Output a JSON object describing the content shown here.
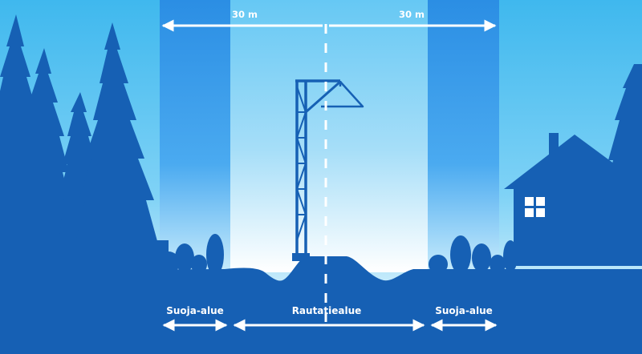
{
  "top_arrows": {
    "left_label": "30 m",
    "right_label": "30 m"
  },
  "zones": {
    "left_protection_label": "Suoja-alue",
    "railway_label": "Rautatiealue",
    "right_protection_label": "Suoja-alue"
  },
  "colors": {
    "sky_top": "#4fc3f0",
    "sky_bottom": "#ffffff",
    "protection_zone": "#2b8ee4",
    "railway_zone": "#9fdcf8",
    "silhouette": "#1660b4",
    "annotation": "#ffffff"
  },
  "icons": [
    "spruce-tree-icon",
    "bush-icon",
    "catenary-mast-icon",
    "house-icon",
    "window-icon"
  ]
}
